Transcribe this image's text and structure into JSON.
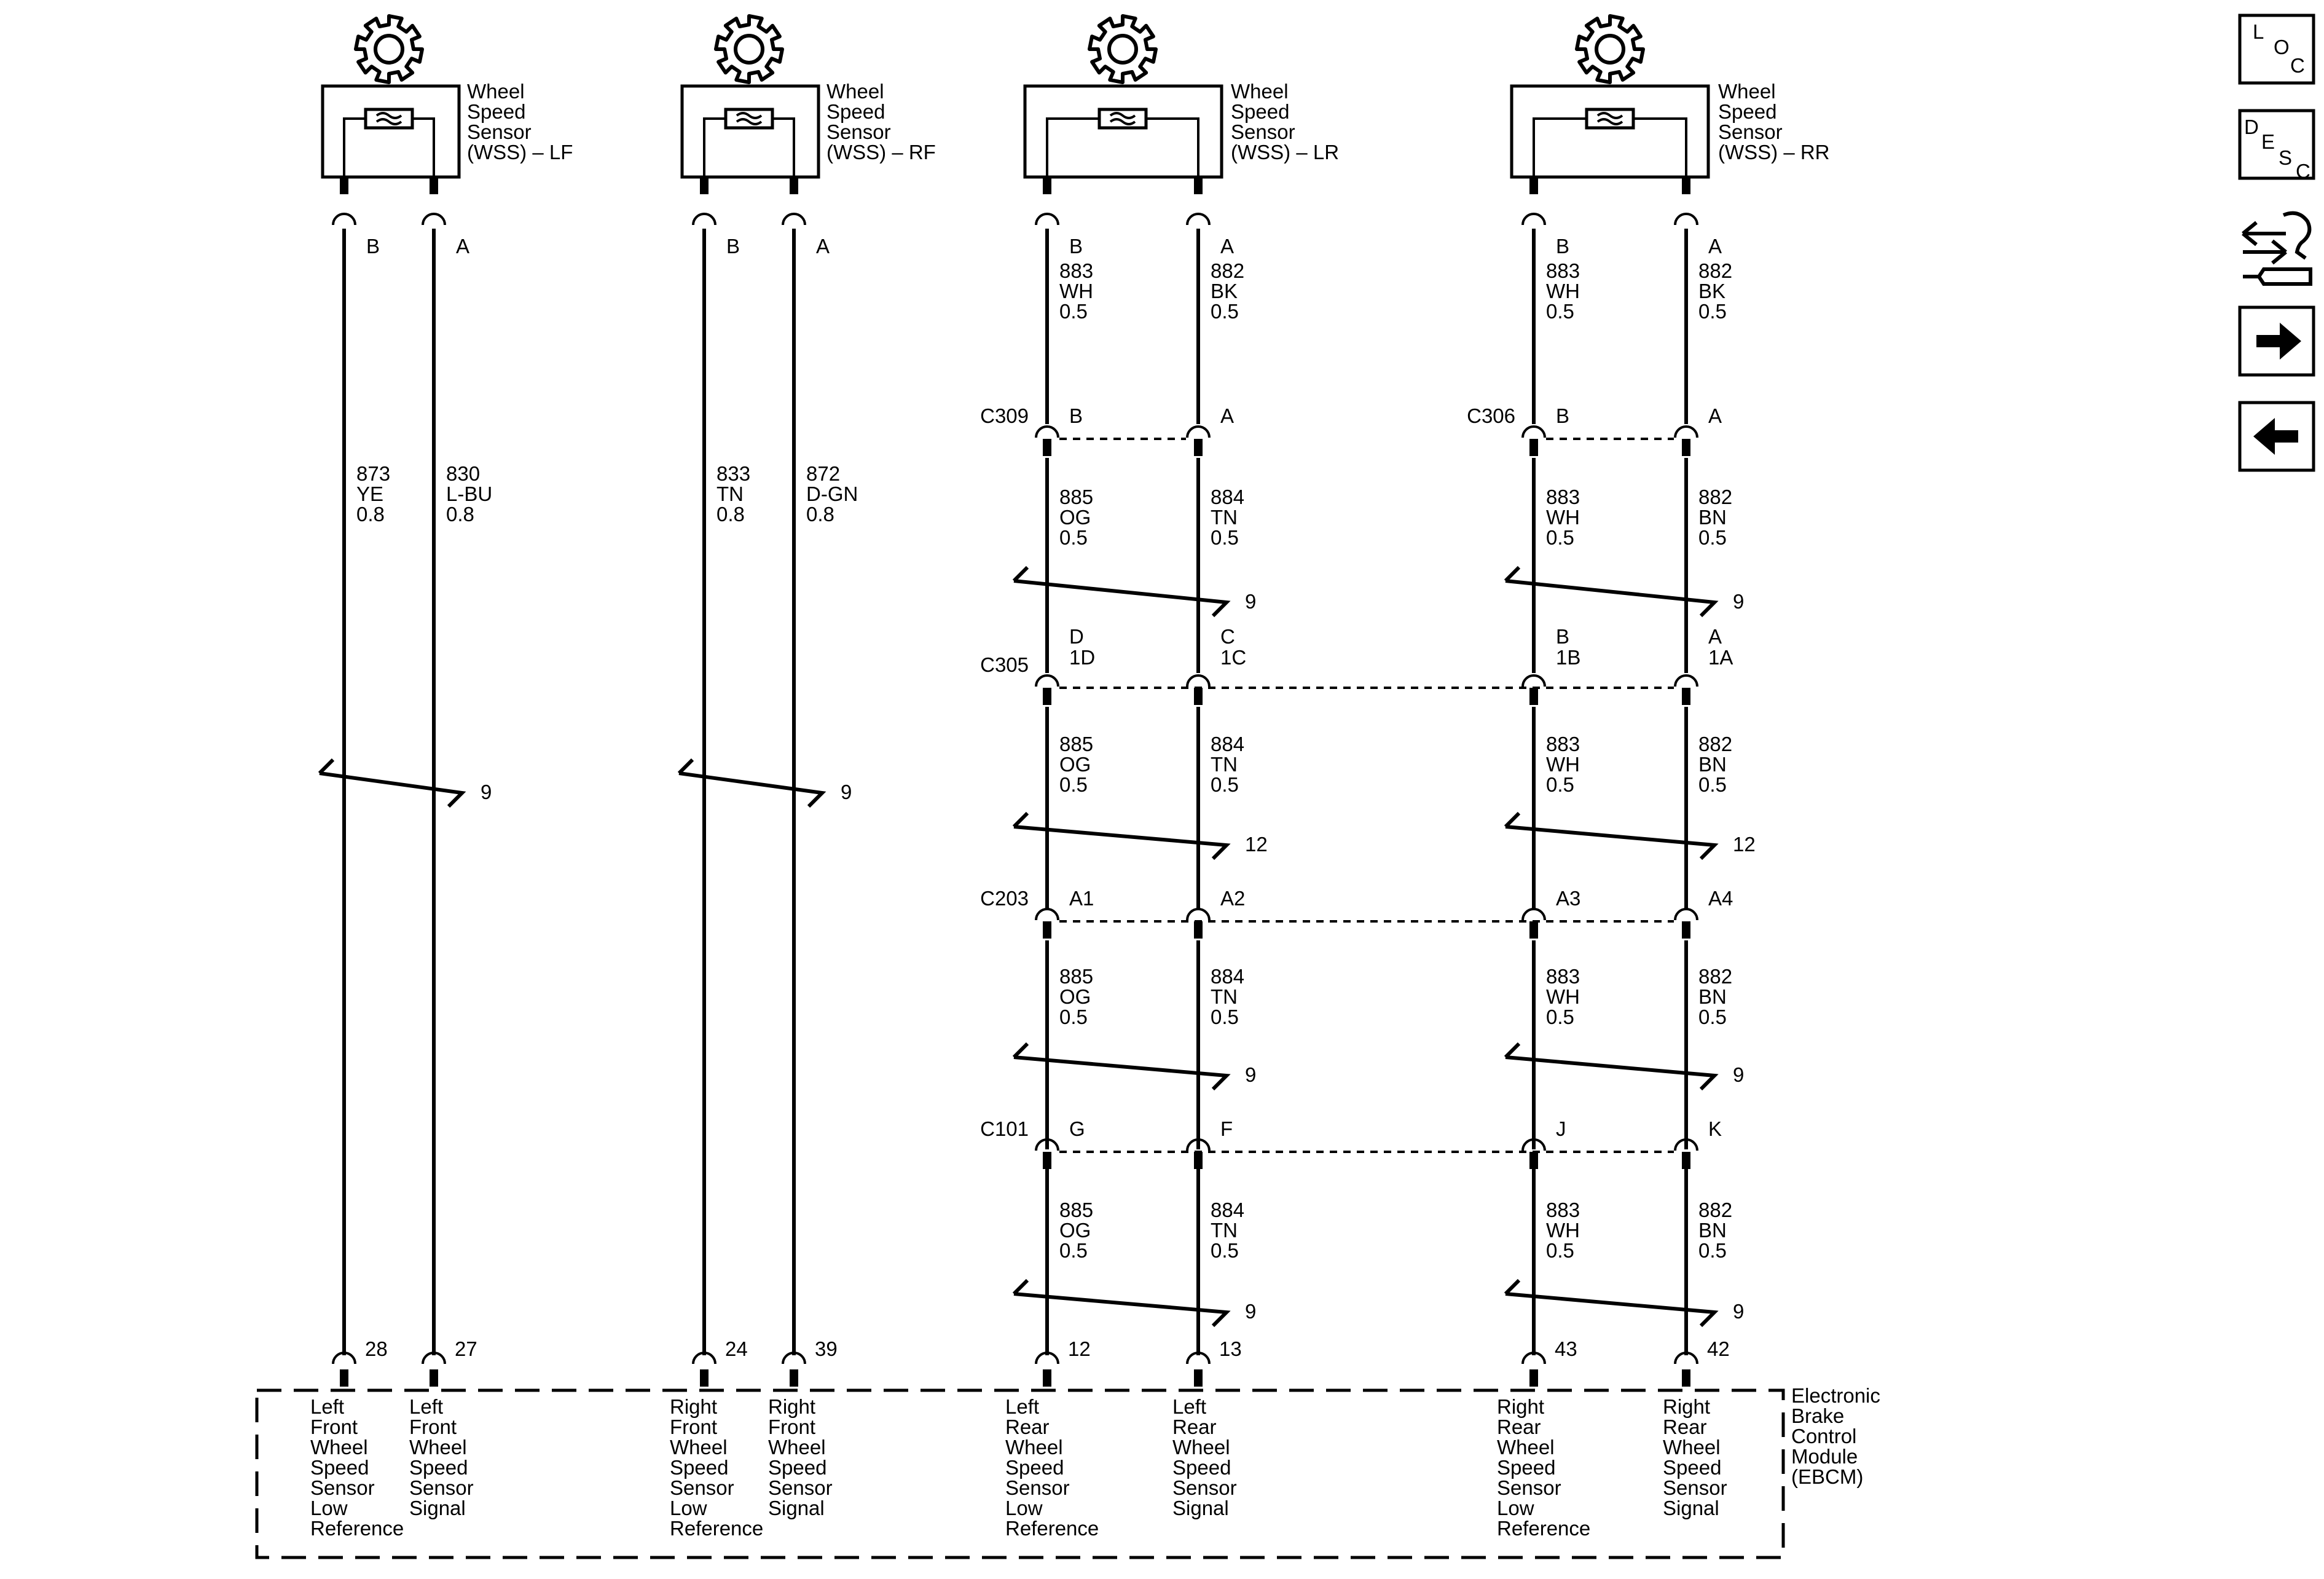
{
  "sensors": [
    {
      "title": [
        "Wheel",
        "Speed",
        "Sensor",
        "(WSS) – LF"
      ],
      "pin_left": "B",
      "pin_right": "A"
    },
    {
      "title": [
        "Wheel",
        "Speed",
        "Sensor",
        "(WSS) – RF"
      ],
      "pin_left": "B",
      "pin_right": "A"
    },
    {
      "title": [
        "Wheel",
        "Speed",
        "Sensor",
        "(WSS) – LR"
      ],
      "pin_left": "B",
      "pin_right": "A"
    },
    {
      "title": [
        "Wheel",
        "Speed",
        "Sensor",
        "(WSS) – RR"
      ],
      "pin_left": "B",
      "pin_right": "A"
    }
  ],
  "front_wires": [
    {
      "circuit": "873",
      "color": "YE",
      "gauge": "0.8"
    },
    {
      "circuit": "830",
      "color": "L-BU",
      "gauge": "0.8"
    },
    {
      "circuit": "833",
      "color": "TN",
      "gauge": "0.8"
    },
    {
      "circuit": "872",
      "color": "D-GN",
      "gauge": "0.8"
    }
  ],
  "front_twist_label": "9",
  "rear_wire_segments": [
    [
      {
        "circuit": "883",
        "color": "WH",
        "gauge": "0.5"
      },
      {
        "circuit": "882",
        "color": "BK",
        "gauge": "0.5"
      },
      {
        "circuit": "883",
        "color": "WH",
        "gauge": "0.5"
      },
      {
        "circuit": "882",
        "color": "BK",
        "gauge": "0.5"
      }
    ],
    [
      {
        "circuit": "885",
        "color": "OG",
        "gauge": "0.5"
      },
      {
        "circuit": "884",
        "color": "TN",
        "gauge": "0.5"
      },
      {
        "circuit": "883",
        "color": "WH",
        "gauge": "0.5"
      },
      {
        "circuit": "882",
        "color": "BN",
        "gauge": "0.5"
      }
    ],
    [
      {
        "circuit": "885",
        "color": "OG",
        "gauge": "0.5"
      },
      {
        "circuit": "884",
        "color": "TN",
        "gauge": "0.5"
      },
      {
        "circuit": "883",
        "color": "WH",
        "gauge": "0.5"
      },
      {
        "circuit": "882",
        "color": "BN",
        "gauge": "0.5"
      }
    ],
    [
      {
        "circuit": "885",
        "color": "OG",
        "gauge": "0.5"
      },
      {
        "circuit": "884",
        "color": "TN",
        "gauge": "0.5"
      },
      {
        "circuit": "883",
        "color": "WH",
        "gauge": "0.5"
      },
      {
        "circuit": "882",
        "color": "BN",
        "gauge": "0.5"
      }
    ],
    [
      {
        "circuit": "885",
        "color": "OG",
        "gauge": "0.5"
      },
      {
        "circuit": "884",
        "color": "TN",
        "gauge": "0.5"
      },
      {
        "circuit": "883",
        "color": "WH",
        "gauge": "0.5"
      },
      {
        "circuit": "882",
        "color": "BN",
        "gauge": "0.5"
      }
    ]
  ],
  "rear_twist_labels": [
    "9",
    "12",
    "9",
    "9"
  ],
  "connectors": [
    {
      "name": "C309",
      "lr": [
        "B",
        "A"
      ],
      "rr": [
        "B",
        "A"
      ],
      "rr_name": "C306"
    },
    {
      "name": "C305",
      "lr": [
        "D",
        "C"
      ],
      "lr2": [
        "1D",
        "1C"
      ],
      "rr": [
        "B",
        "A"
      ],
      "rr2": [
        "1B",
        "1A"
      ]
    },
    {
      "name": "C203",
      "lr": [
        "A1",
        "A2"
      ],
      "rr": [
        "A3",
        "A4"
      ]
    },
    {
      "name": "C101",
      "lr": [
        "G",
        "F"
      ],
      "rr": [
        "J",
        "K"
      ]
    }
  ],
  "ebcm": {
    "title": [
      "Electronic",
      "Brake",
      "Control",
      "Module",
      "(EBCM)"
    ],
    "pins": [
      "28",
      "27",
      "24",
      "39",
      "12",
      "13",
      "43",
      "42"
    ],
    "labels": [
      [
        "Left",
        "Front",
        "Wheel",
        "Speed",
        "Sensor",
        "Low",
        "Reference"
      ],
      [
        "Left",
        "Front",
        "Wheel",
        "Speed",
        "Sensor",
        "Signal"
      ],
      [
        "Right",
        "Front",
        "Wheel",
        "Speed",
        "Sensor",
        "Low",
        "Reference"
      ],
      [
        "Right",
        "Front",
        "Wheel",
        "Speed",
        "Sensor",
        "Signal"
      ],
      [
        "Left",
        "Rear",
        "Wheel",
        "Speed",
        "Sensor",
        "Low",
        "Reference"
      ],
      [
        "Left",
        "Rear",
        "Wheel",
        "Speed",
        "Sensor",
        "Signal"
      ],
      [
        "Right",
        "Rear",
        "Wheel",
        "Speed",
        "Sensor",
        "Low",
        "Reference"
      ],
      [
        "Right",
        "Rear",
        "Wheel",
        "Speed",
        "Sensor",
        "Signal"
      ]
    ]
  },
  "nav": {
    "loc": [
      "L",
      "O",
      "C"
    ],
    "desc": [
      "D",
      "E",
      "S",
      "C"
    ],
    "icons": [
      "component-view-icon",
      "next-arrow-icon",
      "previous-arrow-icon"
    ]
  }
}
